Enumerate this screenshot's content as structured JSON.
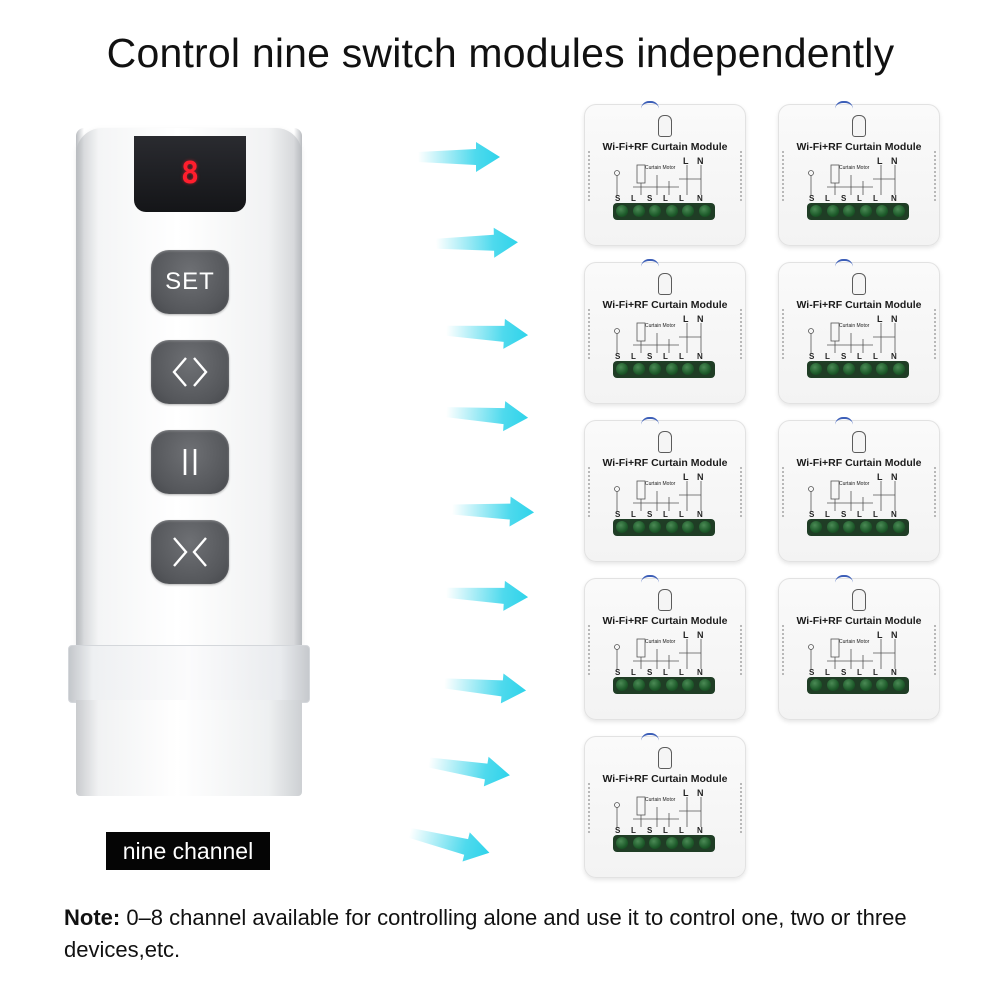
{
  "headline": "Control nine switch modules independently",
  "remote": {
    "display_digit": "8",
    "buttons": {
      "set_label": "SET",
      "open_icon": "open-chevrons-icon",
      "stop_icon": "pause-bars-icon",
      "close_icon": "close-chevrons-icon"
    },
    "channel_tag": "nine channel"
  },
  "module": {
    "title": "Wi-Fi+RF Curtain Module",
    "sub_label": "Curtain Motor",
    "top_l": "L",
    "top_n": "N",
    "terminals": [
      "S",
      "L",
      "S",
      "L",
      "L",
      "N"
    ],
    "count": 9
  },
  "note": {
    "label": "Note:",
    "text": " 0–8 channel available for controlling alone and use it to control one, two or three devices,etc."
  },
  "colors": {
    "arrow_cyan": "#2fd3ea",
    "display_red": "#ff1e2d",
    "button_gray": "#55575b",
    "terminal_green": "#1d5a2a"
  }
}
